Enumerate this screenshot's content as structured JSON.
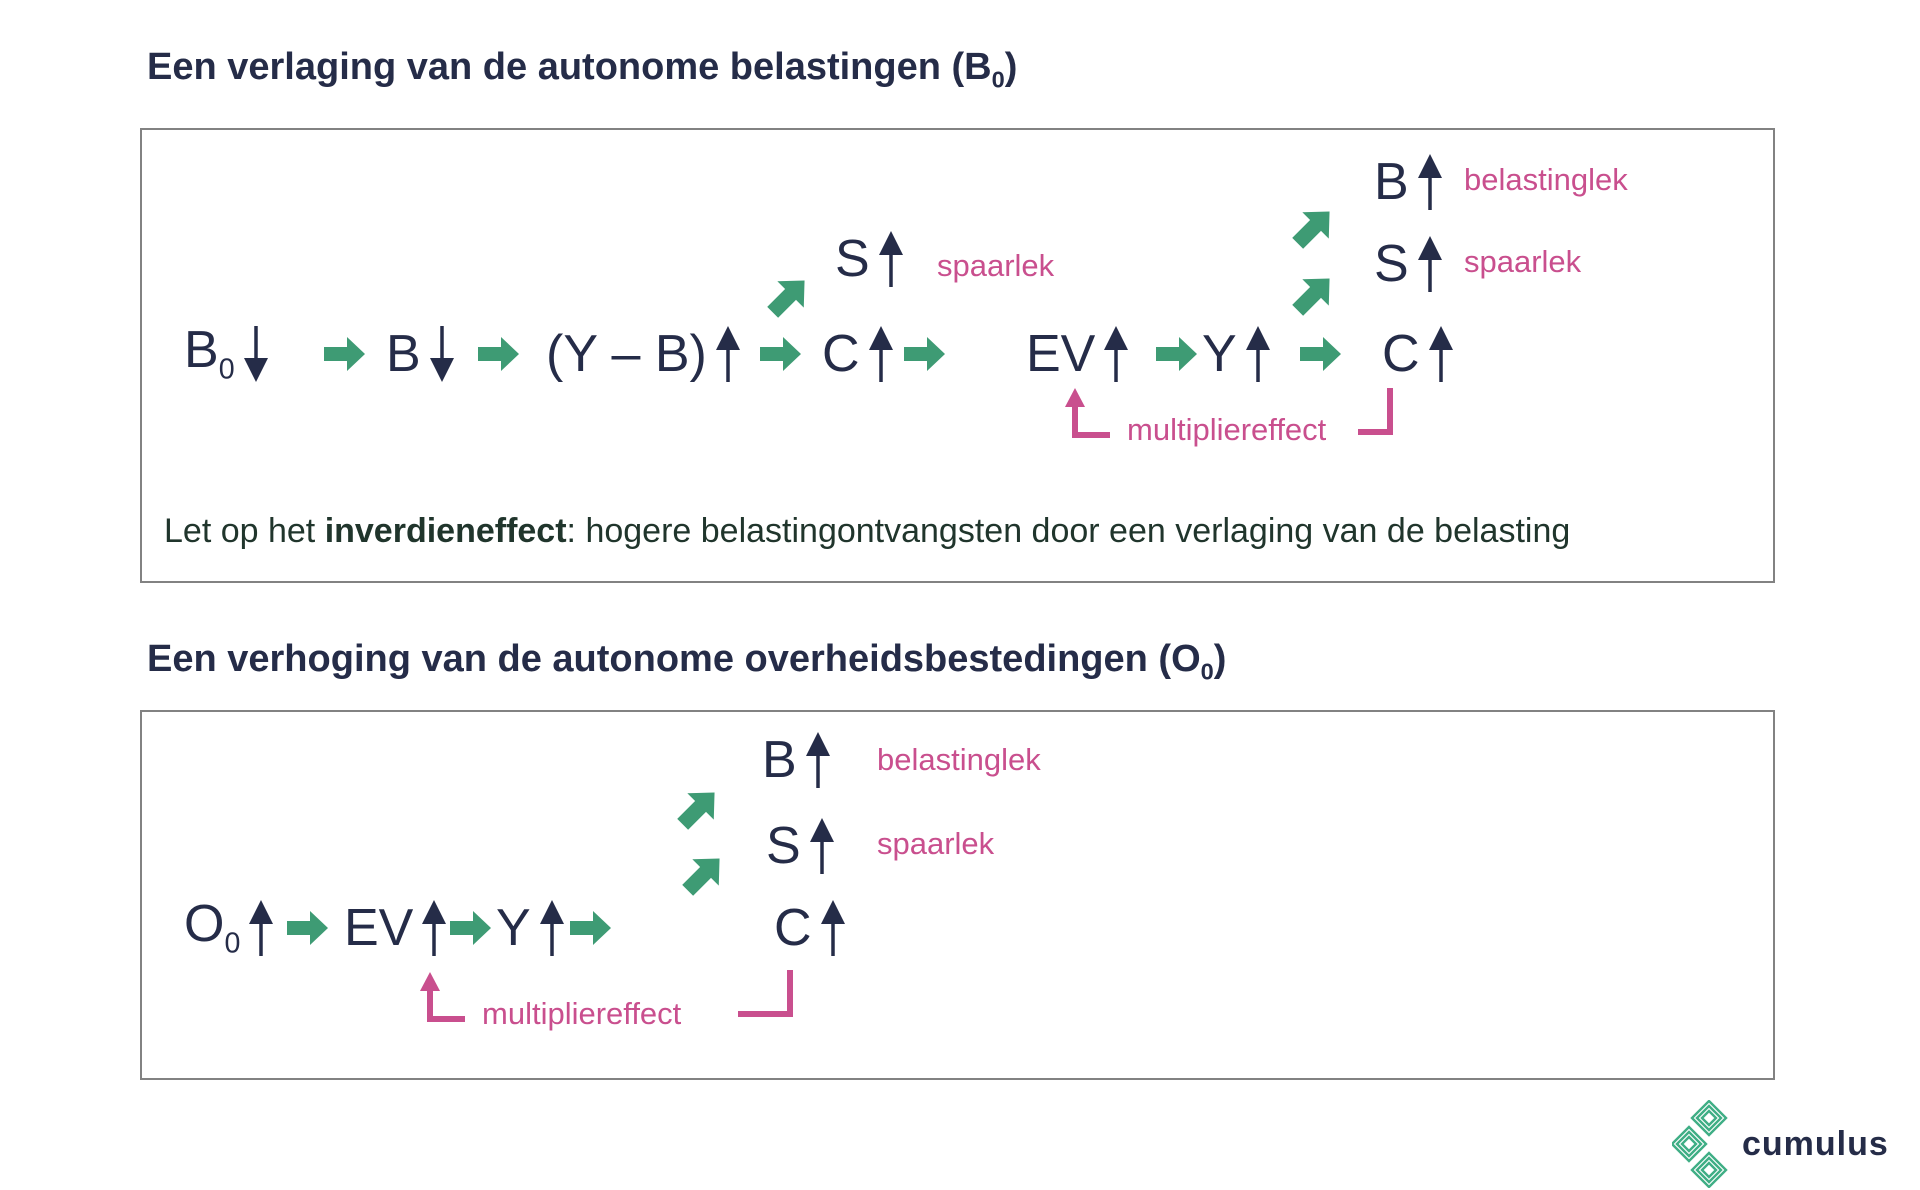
{
  "titles": {
    "box1": {
      "pre": "Een verlaging van de autonome belastingen (B",
      "sub": "0",
      "post": ")"
    },
    "box2": {
      "pre": "Een verhoging van de autonome overheidsbestedingen (O",
      "sub": "0",
      "post": ")"
    }
  },
  "colors": {
    "navy": "#252c48",
    "green": "#3e9b74",
    "pink": "#c94f8e",
    "note_text": "#20352c",
    "panel_border": "#828282",
    "logo_green": "#3fae85"
  },
  "box1": {
    "flow": [
      {
        "label": "B",
        "sub": "0",
        "direction": "down"
      },
      {
        "label": "B",
        "direction": "down"
      },
      {
        "label": "(Y – B)",
        "direction": "up"
      },
      {
        "label": "C",
        "direction": "up"
      },
      {
        "label": "EV",
        "direction": "up"
      },
      {
        "label": "Y",
        "direction": "up"
      },
      {
        "label": "C",
        "direction": "up"
      }
    ],
    "branch_s": {
      "label": "S",
      "annotation": "spaarlek"
    },
    "branch_top": [
      {
        "label": "B",
        "annotation": "belastinglek"
      },
      {
        "label": "S",
        "annotation": "spaarlek"
      }
    ],
    "multiplier": "multipliereffect",
    "note": {
      "pre": "Let op het ",
      "bold": "inverdieneffect",
      "post": ": hogere belastingontvangsten door een verlaging van de belasting"
    }
  },
  "box2": {
    "flow": [
      {
        "label": "O",
        "sub": "0",
        "direction": "up"
      },
      {
        "label": "EV",
        "direction": "up"
      },
      {
        "label": "Y",
        "direction": "up"
      },
      {
        "label": "C",
        "direction": "up"
      }
    ],
    "branch_top": [
      {
        "label": "B",
        "annotation": "belastinglek"
      },
      {
        "label": "S",
        "annotation": "spaarlek"
      }
    ],
    "multiplier": "multipliereffect"
  },
  "footer": {
    "brand": "cumulus"
  }
}
